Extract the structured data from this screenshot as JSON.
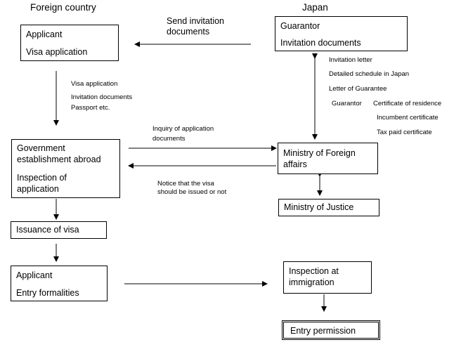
{
  "headers": {
    "left": "Foreign country",
    "right": "Japan"
  },
  "boxes": {
    "applicant_top": {
      "line1": "Applicant",
      "line2": "Visa application"
    },
    "guarantor": {
      "line1": "Guarantor",
      "line2": "Invitation documents"
    },
    "gov": {
      "line1": "Government",
      "line2": "establishment abroad",
      "line3": "Inspection of",
      "line4": "application"
    },
    "mofa": {
      "line1": "Ministry of Foreign",
      "line2": "affairs"
    },
    "moj": {
      "label": "Ministry of Justice"
    },
    "issuance": {
      "label": "Issuance of visa"
    },
    "applicant_bottom": {
      "line1": "Applicant",
      "line2": "Entry formalities"
    },
    "immigration": {
      "line1": "Inspection at",
      "line2": "immigration"
    },
    "entry": {
      "label": "Entry permission"
    }
  },
  "annotations": {
    "send_invitation": {
      "line1": "Send  invitation",
      "line2": "documents"
    },
    "applicant_docs": {
      "line1": "Visa application",
      "line2": "Invitation documents",
      "line3": "Passport etc."
    },
    "guarantor_docs": {
      "l1": "Invitation letter",
      "l2": "Detailed schedule in Japan",
      "l3": "Letter of Guarantee",
      "l4a": "Guarantor",
      "l4b": "Certificate of residence",
      "l5": "Incumbent certificate",
      "l6": "Tax paid certificate"
    },
    "inquiry": {
      "line1": "Inquiry of application",
      "line2": "documents"
    },
    "notice": {
      "line1": "Notice that  the visa",
      "line2": "should be issued or not"
    }
  }
}
